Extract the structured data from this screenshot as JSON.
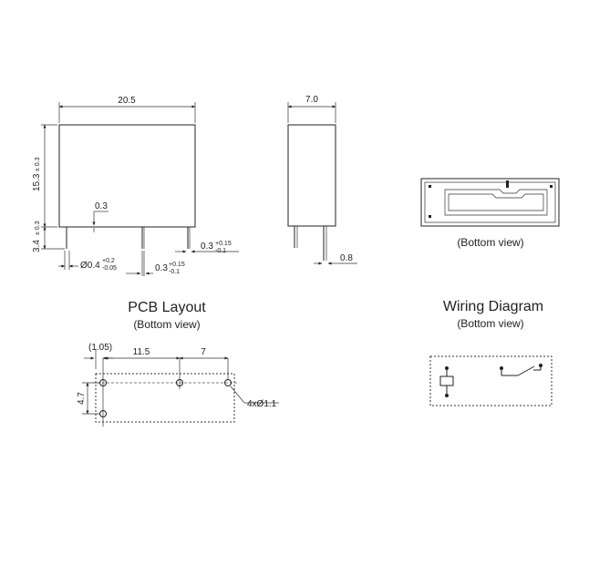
{
  "front_view": {
    "width_dim": "20.5",
    "height_dim": "15.3",
    "height_tol": "± 0.3",
    "pin_len_dim": "3.4",
    "pin_len_tol": "± 0.3",
    "gap_dim": "0.3",
    "pin_dia": "Ø0.4",
    "pin_dia_tol_plus": "+0.2",
    "pin_dia_tol_minus": "-0.05",
    "pin_thk_mid": "0.3",
    "pin_thk_mid_tol_plus": "+0.15",
    "pin_thk_mid_tol_minus": "-0.1",
    "pin_thk_right": "0.3",
    "pin_thk_right_tol_plus": "+0.15",
    "pin_thk_right_tol_minus": "-0.1"
  },
  "side_view": {
    "width_dim": "7.0",
    "pin_dim": "0.8"
  },
  "bottom_view": {
    "caption": "(Bottom view)"
  },
  "pcb_layout": {
    "title": "PCB Layout",
    "caption": "(Bottom view)",
    "offset_dim": "(1.05)",
    "span1_dim": "11.5",
    "span2_dim": "7",
    "row_dim": "4.7",
    "hole_dim": "4xØ1.1"
  },
  "wiring_diagram": {
    "title": "Wiring Diagram",
    "caption": "(Bottom view)"
  }
}
